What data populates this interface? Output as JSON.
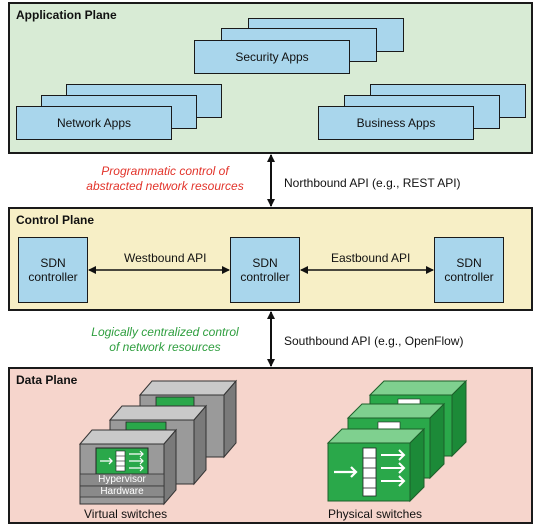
{
  "application_plane": {
    "title": "Application Plane",
    "security_apps": "Security Apps",
    "network_apps": "Network Apps",
    "business_apps": "Business Apps"
  },
  "northbound": {
    "description_line1": "Programmatic control of",
    "description_line2": "abstracted network resources",
    "api_label": "Northbound API (e.g., REST API)"
  },
  "control_plane": {
    "title": "Control Plane",
    "controller_left_line1": "SDN",
    "controller_left_line2": "controller",
    "controller_center_line1": "SDN",
    "controller_center_line2": "controller",
    "controller_right_line1": "SDN",
    "controller_right_line2": "controller",
    "westbound": "Westbound API",
    "eastbound": "Eastbound API"
  },
  "southbound": {
    "description_line1": "Logically centralized control",
    "description_line2": "of network resources",
    "api_label": "Southbound API (e.g., OpenFlow)"
  },
  "data_plane": {
    "title": "Data Plane",
    "hypervisor": "Hypervisor",
    "hardware": "Hardware",
    "virtual_switches": "Virtual switches",
    "physical_switches": "Physical switches"
  },
  "colors": {
    "app_plane_bg": "#d8ebd5",
    "control_plane_bg": "#f7efc6",
    "data_plane_bg": "#f6d5cc",
    "box_fill": "#a9d6ec",
    "red_text": "#e2332a",
    "green_text": "#2e9e3e",
    "switch_green": "#2aa84a"
  }
}
